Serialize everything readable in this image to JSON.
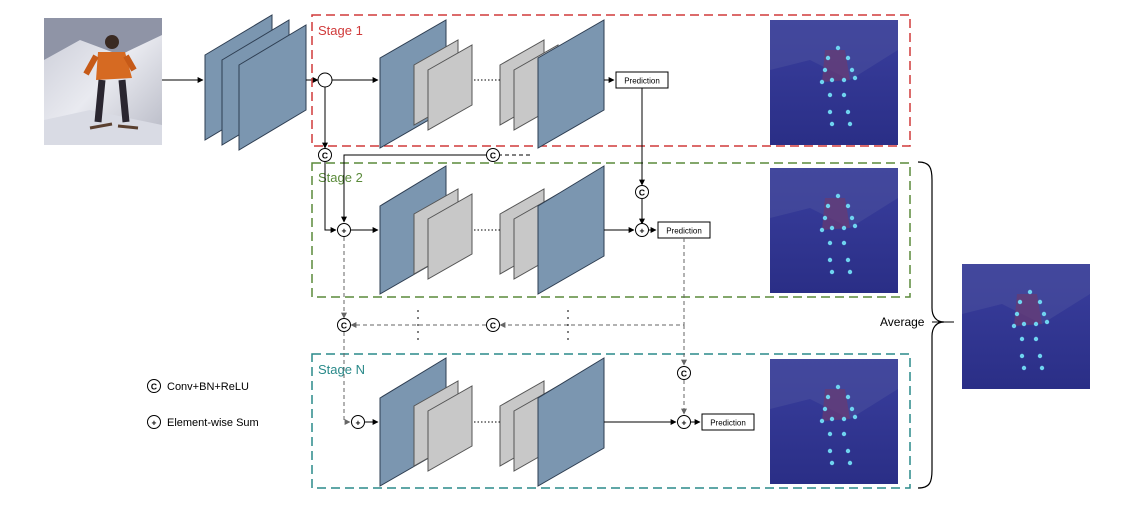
{
  "stages": [
    {
      "label": "Stage 1",
      "color": "#d03a3a",
      "prediction": "Prediction"
    },
    {
      "label": "Stage 2",
      "color": "#5a8a3a",
      "prediction": "Prediction"
    },
    {
      "label": "Stage N",
      "color": "#2a8a8a",
      "prediction": "Prediction"
    }
  ],
  "average_label": "Average",
  "legend": [
    {
      "symbol": "C",
      "text": "Conv+BN+ReLU"
    },
    {
      "symbol": "+",
      "text": "Element-wise Sum"
    }
  ],
  "colors": {
    "feature_map": "#7b96b0",
    "feature_map_small": "#c8c8c8",
    "heatmap_bg": "#2a2e8c",
    "keypoint": "#6fd4f0",
    "arrow": "#000000",
    "dashed_arrow": "#777777"
  },
  "icons": [
    "input-photo",
    "heatmap-image",
    "conv-bn-relu-icon",
    "element-wise-sum-icon"
  ]
}
